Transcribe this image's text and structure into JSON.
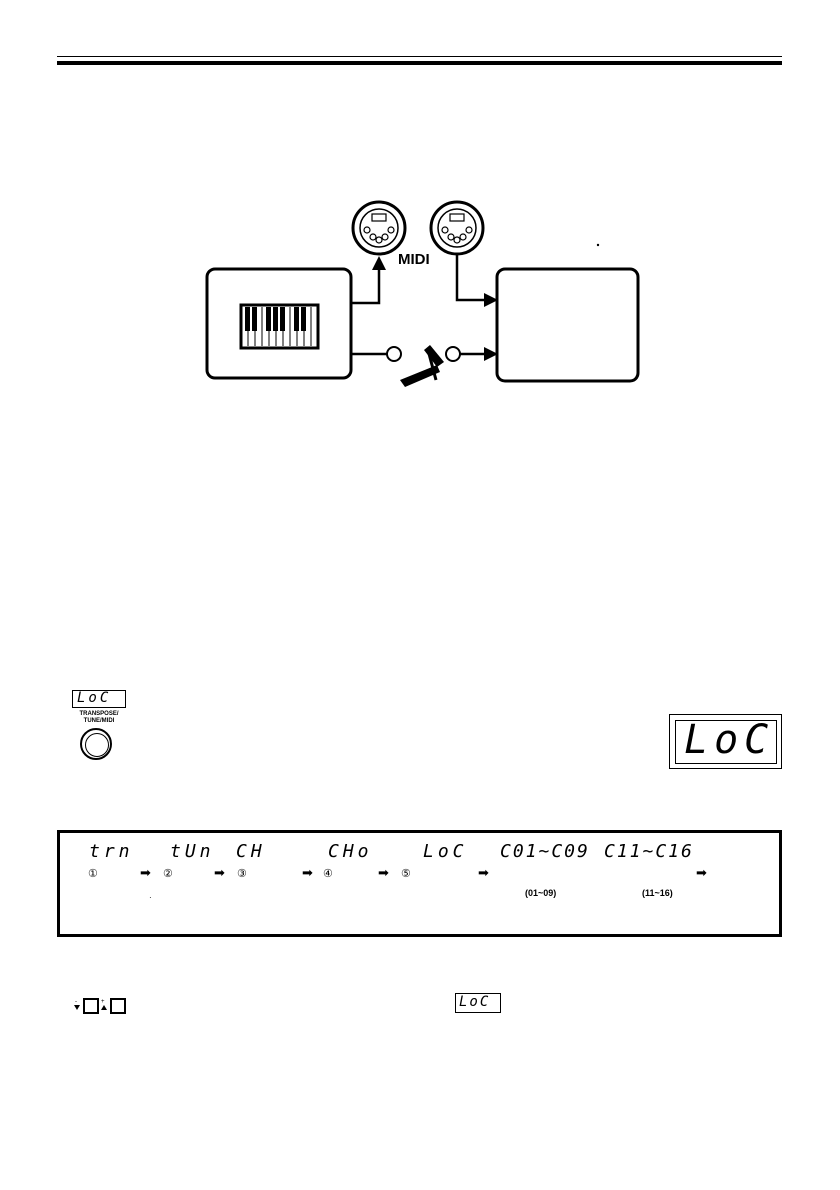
{
  "diagram": {
    "midi_label": "MIDI"
  },
  "transpose_button": {
    "display_text": "LoC",
    "label_line1": "TRANSPOSE/",
    "label_line2": "TUNE/MIDI"
  },
  "big_display": {
    "text": "LoC"
  },
  "sequence": {
    "steps": [
      {
        "display": "trn",
        "num": "①"
      },
      {
        "display": "tUn",
        "num": "②"
      },
      {
        "display": "CH",
        "num": "③"
      },
      {
        "display": "CHo",
        "num": "④"
      },
      {
        "display": "LoC",
        "num": "⑤"
      }
    ],
    "range1": {
      "display": "C01~C09",
      "label": "(01~09)"
    },
    "range2": {
      "display": "C11~C16",
      "label": "(11~16)"
    }
  },
  "bottom": {
    "small_display": "LoC"
  }
}
